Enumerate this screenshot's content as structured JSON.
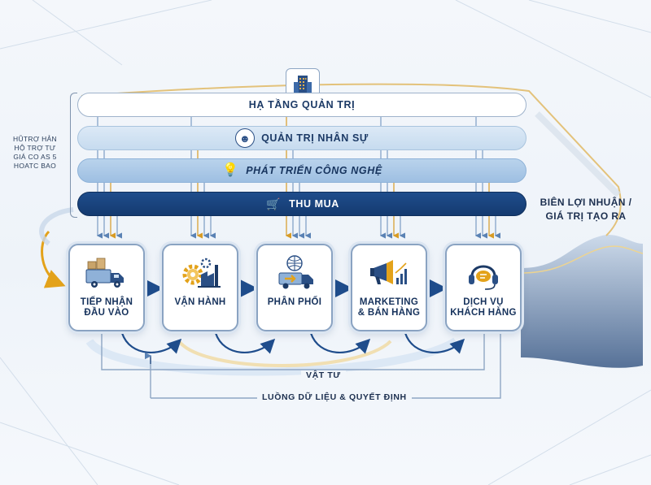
{
  "support": {
    "infrastructure": "HẠ TẦNG QUẢN TRỊ",
    "hr": "QUẢN TRỊ NHÂN SỰ",
    "tech": "PHÁT TRIỂN CÔNG NGHỆ",
    "procurement": "THU MUA"
  },
  "side_note": [
    "HŨTRỢ HẢN",
    "HỘ TRỢ TƯ",
    "GIÁ CO AS 5",
    "HOATC BAO"
  ],
  "margin": [
    "BIÊN LỢI NHUẬN /",
    "GIÁ TRỊ TẠO RA"
  ],
  "activities": [
    {
      "line1": "TIẾP NHẬN",
      "line2": "ĐẦU VÀO"
    },
    {
      "line1": "VẬN HÀNH",
      "line2": ""
    },
    {
      "line1": "PHÂN PHỐI",
      "line2": ""
    },
    {
      "line1": "MARKETING",
      "line2": "& BÁN HÀNG"
    },
    {
      "line1": "DỊCH VỤ",
      "line2": "KHÁCH HÀNG"
    }
  ],
  "flows": {
    "materials": "VẬT TƯ",
    "data": "LUỒNG DỮ LIỆU & QUYẾT ĐỊNH"
  },
  "icons": {
    "top": "building-icon",
    "hr": "people-network-icon",
    "tech": "lightbulb-code-icon",
    "procurement": "handshake-cart-icon"
  },
  "colors": {
    "navy": "#143a70",
    "gold": "#e3a21a",
    "light_blue": "#c6dbef"
  }
}
